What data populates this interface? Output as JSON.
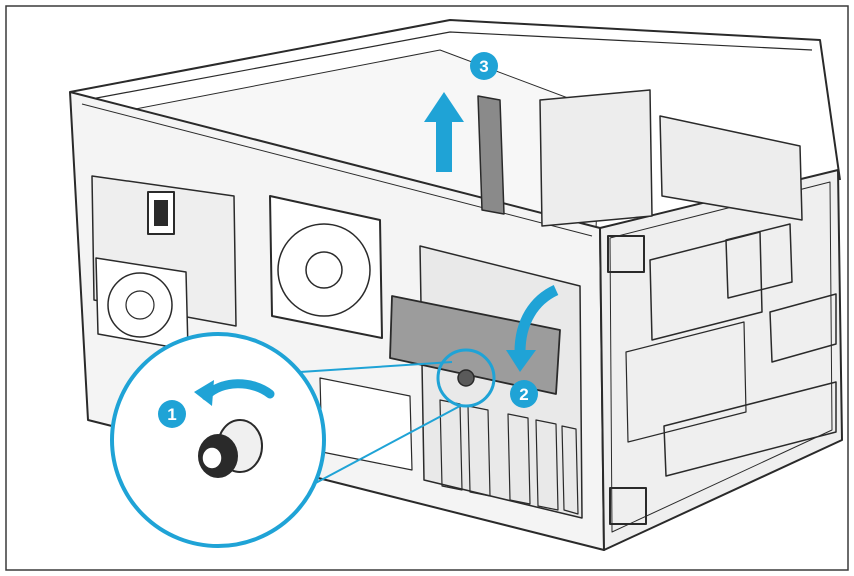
{
  "figure": {
    "frame_color": "#3a3a3a",
    "accent_color": "#1fa3d6",
    "line_color": "#2a2a2a",
    "panel_fill": "#f4f4f4",
    "shadow_fill": "#d6d6d6"
  },
  "steps": [
    {
      "label": "1",
      "icon": "rotate-ccw-arrow-icon",
      "meaning": "loosen-thumbscrew"
    },
    {
      "label": "2",
      "icon": "rotate-down-arrow-icon",
      "meaning": "swing-retainer"
    },
    {
      "label": "3",
      "icon": "up-arrow-icon",
      "meaning": "lift-blank"
    }
  ]
}
